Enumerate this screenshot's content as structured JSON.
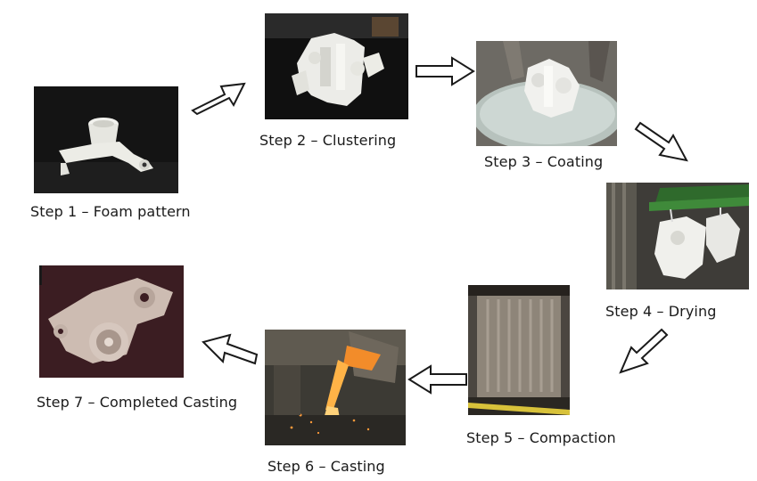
{
  "steps": [
    {
      "label": "Step 1 – Foam pattern"
    },
    {
      "label": "Step 2 – Clustering"
    },
    {
      "label": "Step 3 – Coating"
    },
    {
      "label": "Step 4 – Drying"
    },
    {
      "label": "Step 5 – Compaction"
    },
    {
      "label": "Step 6 – Casting"
    },
    {
      "label": "Step 7 – Completed Casting"
    }
  ],
  "colors": {
    "arrow_stroke": "#1a1a1a",
    "arrow_fill": "#ffffff",
    "photo_dark": "#111111",
    "foam_white": "#eeeeea",
    "slurry": "#c9d3cf",
    "molten_metal": "#f08a24",
    "casting_metal": "#c8b7ad"
  }
}
